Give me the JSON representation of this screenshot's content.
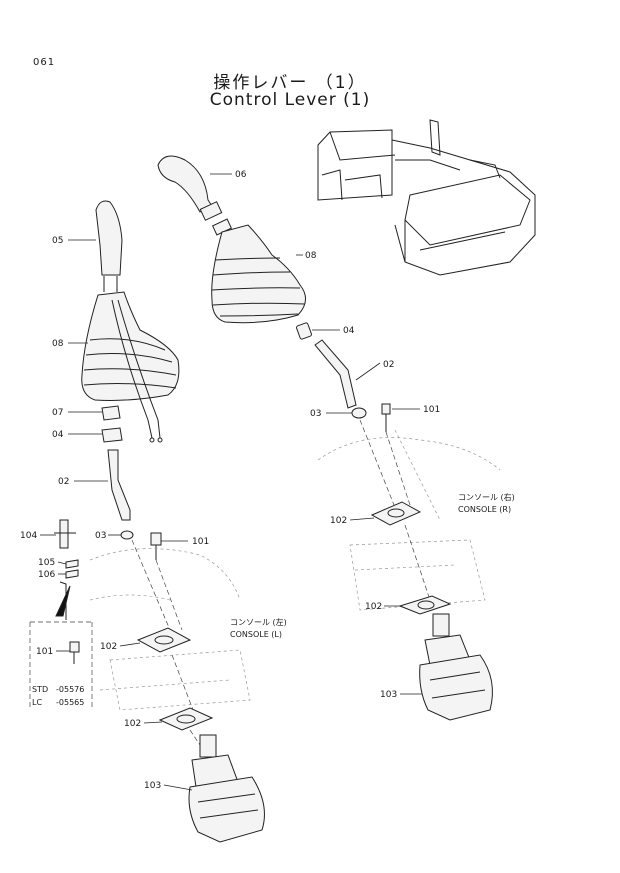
{
  "header": {
    "page_number": "061",
    "title_jp": "操作レバー （1）",
    "title_en": "Control Lever (1)"
  },
  "left_callouts": {
    "c05": "05",
    "c08": "08",
    "c07": "07",
    "c04": "04",
    "c02": "02",
    "c104": "104",
    "c03": "03",
    "c101": "101",
    "c105": "105",
    "c106": "106",
    "c102a": "102",
    "c102b": "102",
    "c103": "103"
  },
  "inset": {
    "part": "101",
    "std_label": "STD",
    "std_serial": "-05576",
    "lc_label": "LC",
    "lc_serial": "-05565"
  },
  "console_left": {
    "jp": "コンソール (左)",
    "en": "CONSOLE (L)"
  },
  "right_callouts": {
    "c06": "06",
    "c08": "08",
    "c04": "04",
    "c02": "02",
    "c03": "03",
    "c101": "101",
    "c102a": "102",
    "c102b": "102",
    "c103": "103"
  },
  "console_right": {
    "jp": "コンソール (右)",
    "en": "CONSOLE (R)"
  }
}
